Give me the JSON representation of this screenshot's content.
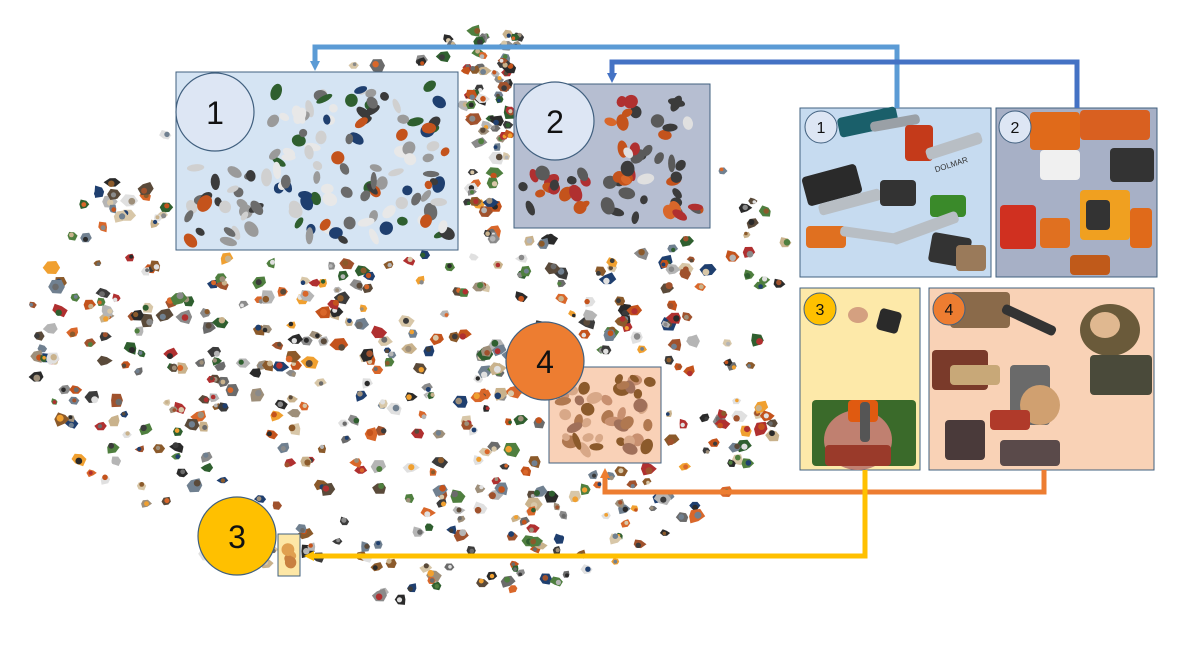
{
  "clusters": [
    {
      "id": "1",
      "label": "1",
      "region_color": "#c9dcf0",
      "circle_color": "#dde6f4",
      "arrow_color": "#5b9bd5",
      "panel_bg": "#c6dbf0",
      "panel_subject": "chainsaws"
    },
    {
      "id": "2",
      "label": "2",
      "region_color": "#a9b3c9",
      "circle_color": "#dde6f4",
      "arrow_color": "#4472c4",
      "panel_bg": "#a7b0c6",
      "panel_subject": "chainsaws"
    },
    {
      "id": "3",
      "label": "3",
      "region_color": "#fde7a6",
      "circle_color": "#ffc000",
      "arrow_color": "#ffc000",
      "panel_bg": "#fde9a9",
      "panel_subject": "person"
    },
    {
      "id": "4",
      "label": "4",
      "region_color": "#f8cbad",
      "circle_color": "#ed7d31",
      "arrow_color": "#ed7d31",
      "panel_bg": "#f9d2b6",
      "panel_subject": "wood logs"
    }
  ],
  "panel_text": {
    "panel1_brand": "DOLMAR"
  },
  "colors": {
    "outline": "#41607f",
    "background": "#ffffff"
  }
}
